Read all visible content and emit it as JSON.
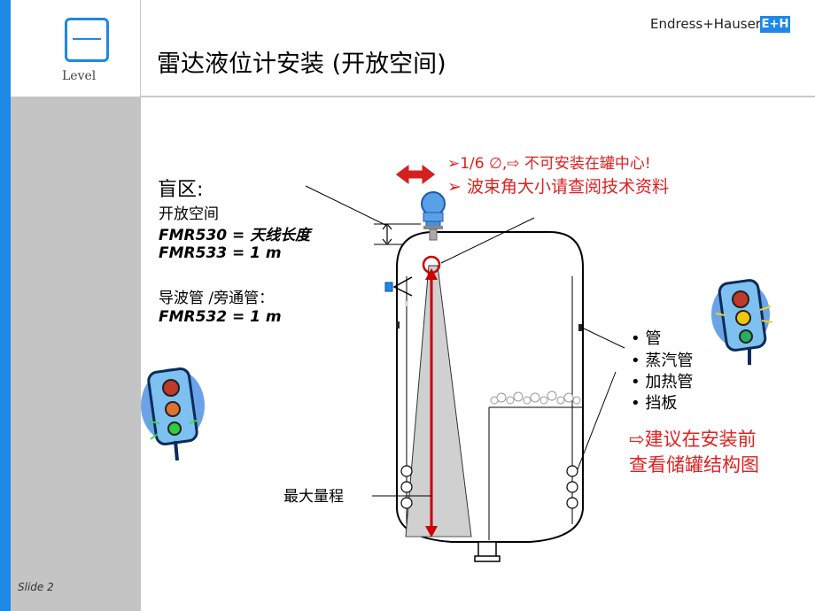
{
  "header": {
    "title": "雷达液位计安装 (开放空间)",
    "brand": "Endress+Hauser",
    "brand_logo": "E+H",
    "level_label": "Level"
  },
  "slide_label": "Slide 2",
  "blind_zone": {
    "title": "盲区:",
    "open_space": "开放空间",
    "fmr530": "FMR530 = 天线长度",
    "fmr533": "FMR533 = 1 m",
    "wave_guide": "导波管 /旁通管：",
    "fmr532": "FMR532 = 1 m"
  },
  "warnings": {
    "line1": "➢1/6 ∅,⇨ 不可安装在罐中心!",
    "line2": "➢ 波束角大小请查阅技术资料"
  },
  "obstacles": [
    "• 管",
    "• 蒸汽管",
    "• 加热管",
    "• 挡板"
  ],
  "advice": [
    "⇨建议在安装前",
    "查看储罐结构图"
  ],
  "max_range_label": "最大量程",
  "colors": {
    "accent": "#1e88e5",
    "warning": "#e02020",
    "side_panel": "#c4c4c4"
  },
  "icons": [
    "traffic-light-icon",
    "radar-transmitter-icon",
    "double-arrow-icon"
  ]
}
